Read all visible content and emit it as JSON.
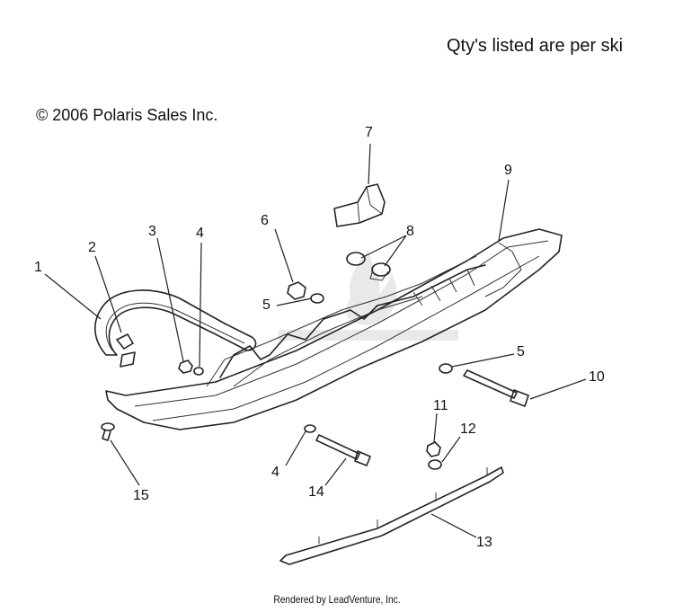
{
  "header_note": "Qty's listed are per ski",
  "copyright": "© 2006 Polaris Sales Inc.",
  "footer": "Rendered by LeadVenture, Inc.",
  "callouts": [
    "1",
    "2",
    "3",
    "4",
    "5",
    "6",
    "7",
    "8",
    "9",
    "10",
    "11",
    "12",
    "13",
    "14",
    "15",
    "5",
    "4"
  ]
}
